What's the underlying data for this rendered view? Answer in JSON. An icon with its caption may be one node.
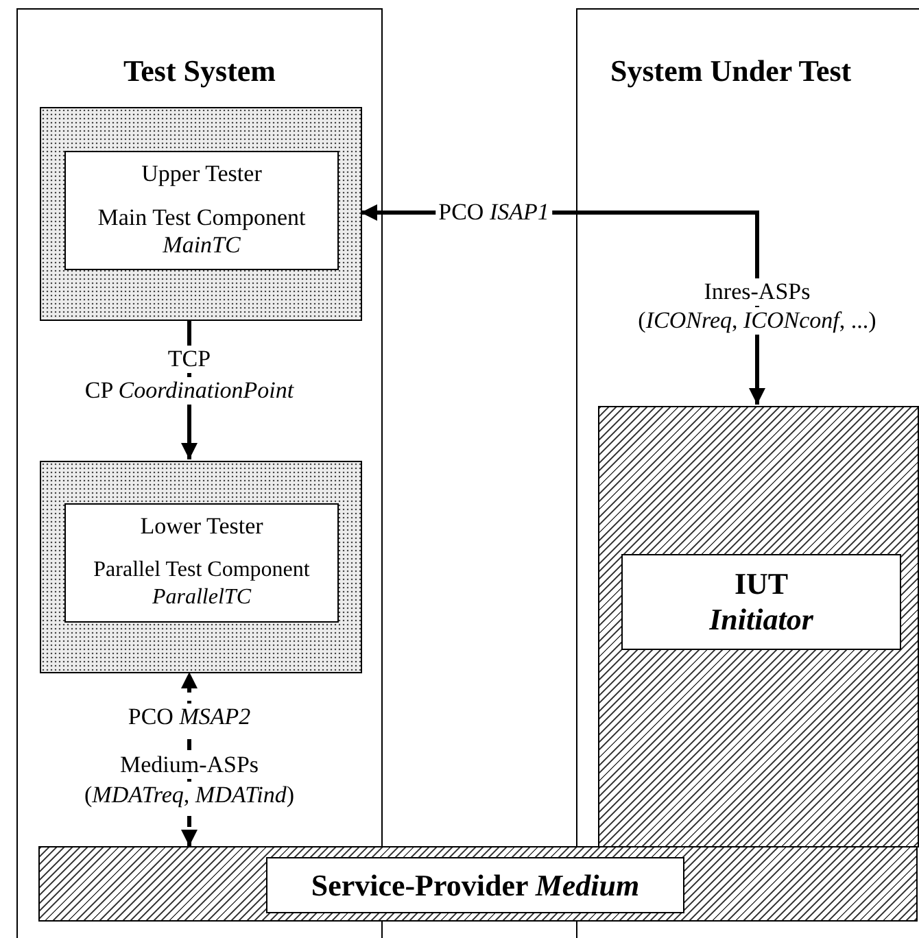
{
  "diagram": {
    "nodes": [
      {
        "text": [
          "Test System"
        ]
      },
      {
        "text": [
          "System Under Test"
        ]
      },
      {
        "text": [],
        "shape": "box",
        "in": 0
      },
      {
        "text": [
          "Upper Tester",
          "Main Test Component *MainTC*"
        ],
        "in": 2
      },
      {
        "text": [],
        "shape": "box",
        "in": 0
      },
      {
        "text": [
          "Lower Tester",
          "Parallel Test Component *ParallelTC*"
        ],
        "in": 4
      },
      {
        "text": [],
        "shape": "box",
        "in": 1
      },
      {
        "text": [
          "IUT",
          "Initiator"
        ],
        "in": 6
      },
      {
        "text": [],
        "shape": "box"
      },
      {
        "text": [
          "Service-Provider *Medium*"
        ],
        "in": 8
      }
    ],
    "edges": [
      {
        "from": 6,
        "to": 2,
        "arrow": "both",
        "label": "PCO *ISAP1*"
      },
      {
        "from": 2,
        "to": 4,
        "arrow": "to",
        "label": "TCP"
      },
      {
        "from": 8,
        "to": 4,
        "arrow": "both",
        "label": "PCO *MSAP2*",
        "style": "dashed"
      }
    ],
    "labels": [
      "Inres-ASPs",
      "(*ICONreq*, *ICONconf*, ...)",
      "CP *CoordinationPoint*",
      "Medium-ASPs",
      "(*MDATreq*, *MDATind*)"
    ]
  }
}
